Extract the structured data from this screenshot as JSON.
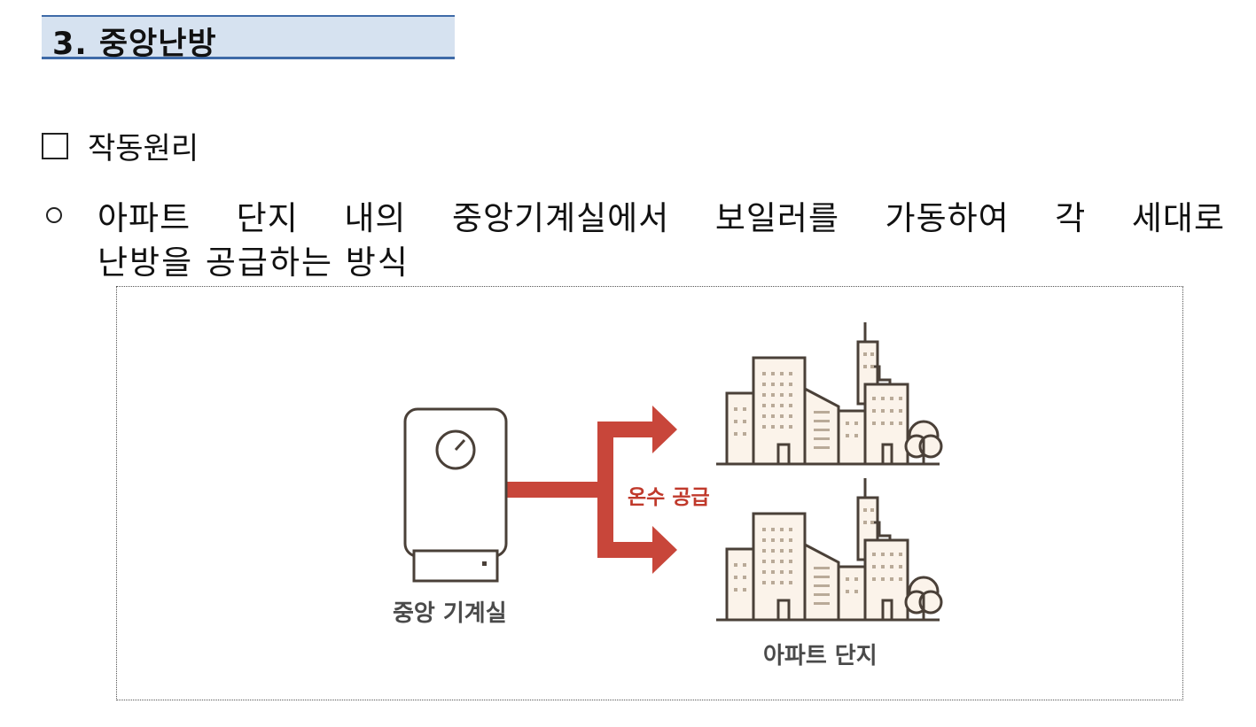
{
  "section": {
    "title": "3. 중앙난방"
  },
  "heading": {
    "text": "작동원리"
  },
  "bullet": {
    "line1": "아파트 단지 내의 중앙기계실에서 보일러를 가동하여 각 세대로",
    "line2": "난방을 공급하는 방식"
  },
  "figure": {
    "machine_room_label": "중앙 기계실",
    "supply_label": "온수 공급",
    "apartment_label": "아파트 단지",
    "colors": {
      "pipe": "#c8463a",
      "outline": "#4a4038",
      "building_fill": "#fbf3ea"
    }
  }
}
